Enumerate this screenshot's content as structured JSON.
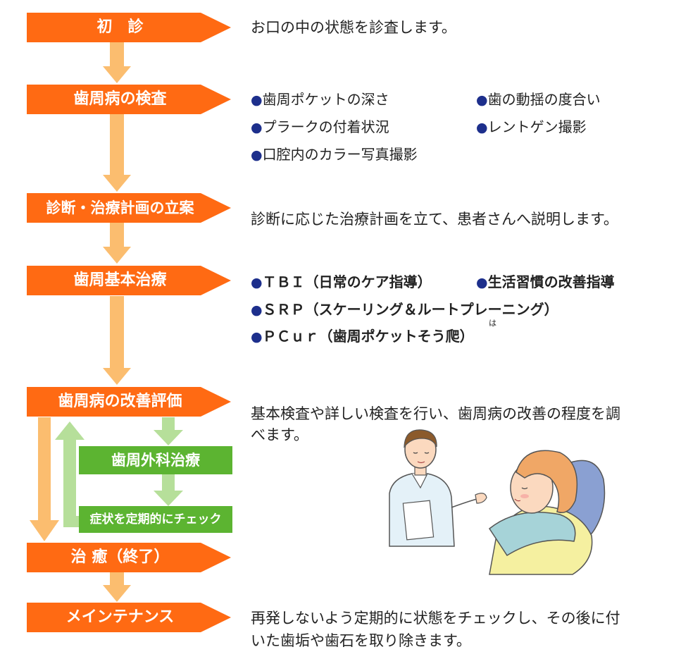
{
  "colors": {
    "step_orange": "#ff6a13",
    "arrow_orange": "#fbbd6f",
    "arrow_light_green": "#b6df9a",
    "box_green": "#5cb431",
    "bullet_navy": "#1d2f8c"
  },
  "steps": {
    "first_visit": "初　診",
    "perio_exam": "歯周病の検査",
    "diagnosis": "診断・治療計画の立案",
    "basic_treatment": "歯周基本治療",
    "evaluation": "歯周病の改善評価",
    "cure": "治 癒（終了）",
    "maintenance": "メインテナンス"
  },
  "sub_steps": {
    "surgery": "歯周外科治療",
    "checkup": "症状を定期的にチェック"
  },
  "descriptions": {
    "first_visit": "お口の中の状態を診査します。",
    "diagnosis": "診断に応じた治療計画を立て、患者さんへ説明します。",
    "evaluation_line1": "基本検査や詳しい検査を行い、歯周病の改善の程度を調",
    "evaluation_line2": "べます。",
    "maintenance_line1": "再発しないよう定期的に状態をチェックし、その後に付",
    "maintenance_line2": "いた歯垢や歯石を取り除きます。"
  },
  "exam_items": [
    "歯周ポケットの深さ",
    "歯の動揺の度合い",
    "プラークの付着状況",
    "レントゲン撮影",
    "口腔内のカラー写真撮影"
  ],
  "basic_items": [
    "ＴＢＩ（日常のケア指導）",
    "生活習慣の改善指導",
    "ＳＲＰ（スケーリング＆ルートプレーニング）",
    "ＰＣｕｒ（歯周ポケットそう爬）"
  ],
  "bullet_glyph": "●",
  "ruby_ha": "は",
  "illustration": "doctor-and-patient"
}
